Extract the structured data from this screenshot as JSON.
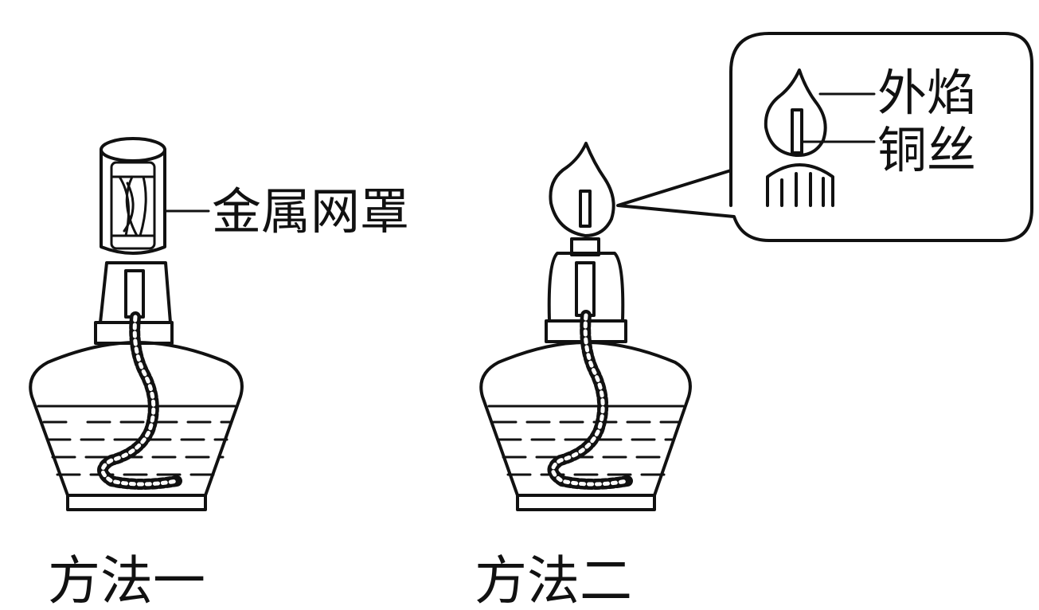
{
  "labels": {
    "wire_mesh_cover": "金属网罩",
    "outer_flame": "外焰",
    "copper_wire": "铜丝"
  },
  "captions": {
    "method_one": "方法一",
    "method_two": "方法二"
  }
}
